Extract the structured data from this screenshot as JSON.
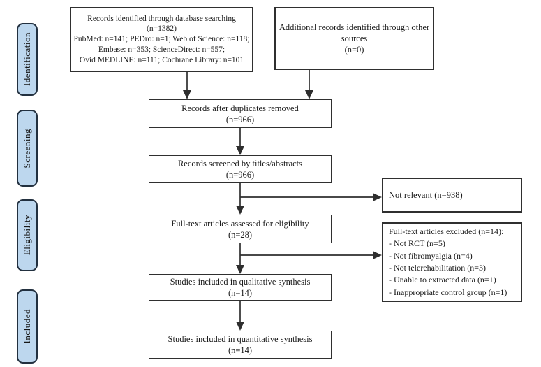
{
  "colors": {
    "stage_fill": "#bdd7ee",
    "stage_border": "#22303f",
    "box_border": "#2f2f2f",
    "text": "#1a1a1a",
    "arrow": "#2e2e2e",
    "bg": "#ffffff"
  },
  "stages": [
    {
      "label": "Identification"
    },
    {
      "label": "Screening"
    },
    {
      "label": "Eligibility"
    },
    {
      "label": "Included"
    }
  ],
  "boxes": {
    "db_search": {
      "lines": [
        "Records identified through database searching",
        "(n=1382)",
        "PubMed: n=141; PEDro: n=1; Web of Science: n=118;",
        "Embase: n=353; ScienceDirect: n=557;",
        "Ovid MEDLINE: n=111; Cochrane Library: n=101"
      ]
    },
    "other_sources": {
      "lines": [
        "Additional records identified through other",
        "sources",
        "(n=0)"
      ]
    },
    "duplicates_removed": {
      "lines": [
        "Records after duplicates removed",
        "(n=966)"
      ]
    },
    "screened": {
      "lines": [
        "Records screened by titles/abstracts",
        "(n=966)"
      ]
    },
    "fulltext_assessed": {
      "lines": [
        "Full-text articles assessed for eligibility",
        "(n=28)"
      ]
    },
    "qualitative": {
      "lines": [
        "Studies included in qualitative synthesis",
        "(n=14)"
      ]
    },
    "quantitative": {
      "lines": [
        "Studies included in quantitative synthesis",
        "(n=14)"
      ]
    },
    "not_relevant": {
      "lines": [
        "Not relevant (n=938)"
      ]
    },
    "excluded": {
      "lines": [
        "Full-text articles excluded (n=14):",
        "- Not RCT (n=5)",
        "- Not fibromyalgia (n=4)",
        "- Not telerehabilitation (n=3)",
        "- Unable to extracted data (n=1)",
        "- Inappropriate control group (n=1)"
      ]
    }
  }
}
